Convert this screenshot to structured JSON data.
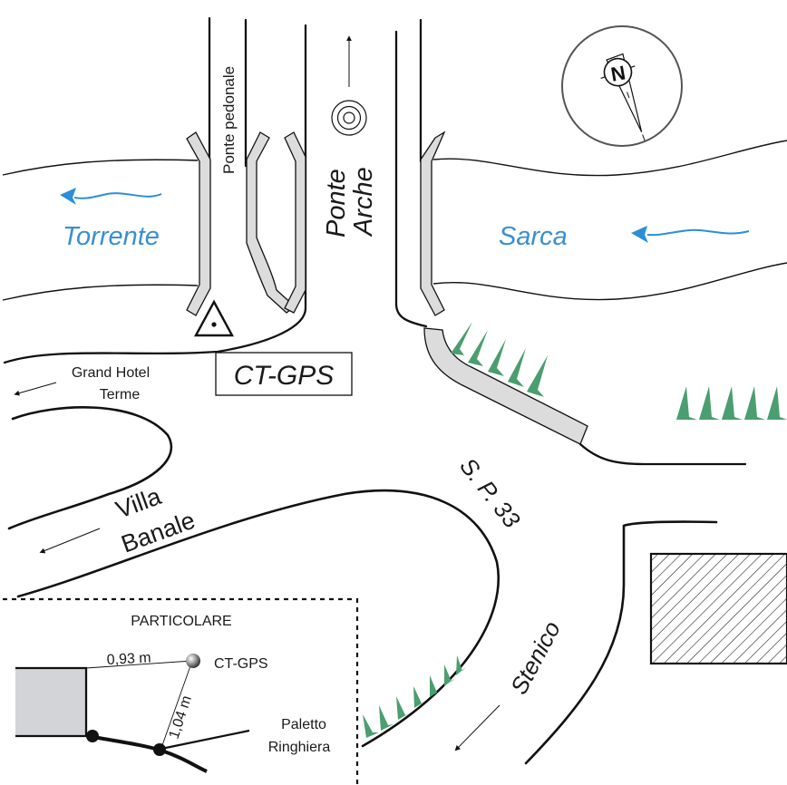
{
  "title": "Ponte Arche – CT-GPS station location sketch",
  "colors": {
    "river_label": "#3a8fd0",
    "river_arrow": "#2a8fd8",
    "vegetation": "#4a9e6f",
    "bridge_rail": "#dcdcdc",
    "detail_building": "#d2d4d8",
    "line": "#111111"
  },
  "labels": {
    "footbridge": "Ponte pedonale",
    "town": [
      "Ponte",
      "Arche"
    ],
    "river_west": "Torrente",
    "river_east": "Sarca",
    "station_box": "CT-GPS",
    "grand_hotel": [
      "Grand Hotel",
      "Terme"
    ],
    "villa_banale": [
      "Villa",
      "Banale"
    ],
    "road_number": "S. P. 33",
    "stenico": "Stenico"
  },
  "detail": {
    "title": "PARTICOLARE",
    "station": "CT-GPS",
    "distance_to_building": "0,93 m",
    "distance_to_post": "1,04 m",
    "post_label": [
      "Paletto",
      "Ringhiera"
    ]
  },
  "icons": {
    "north_arrow": "north-compass-icon",
    "survey_marker": "triangulation-point-icon",
    "gps_station": "concentric-circles-icon",
    "direction_arrows": "arrow-icon",
    "trees": "conifer-icon",
    "building": "hatched-building-icon"
  }
}
